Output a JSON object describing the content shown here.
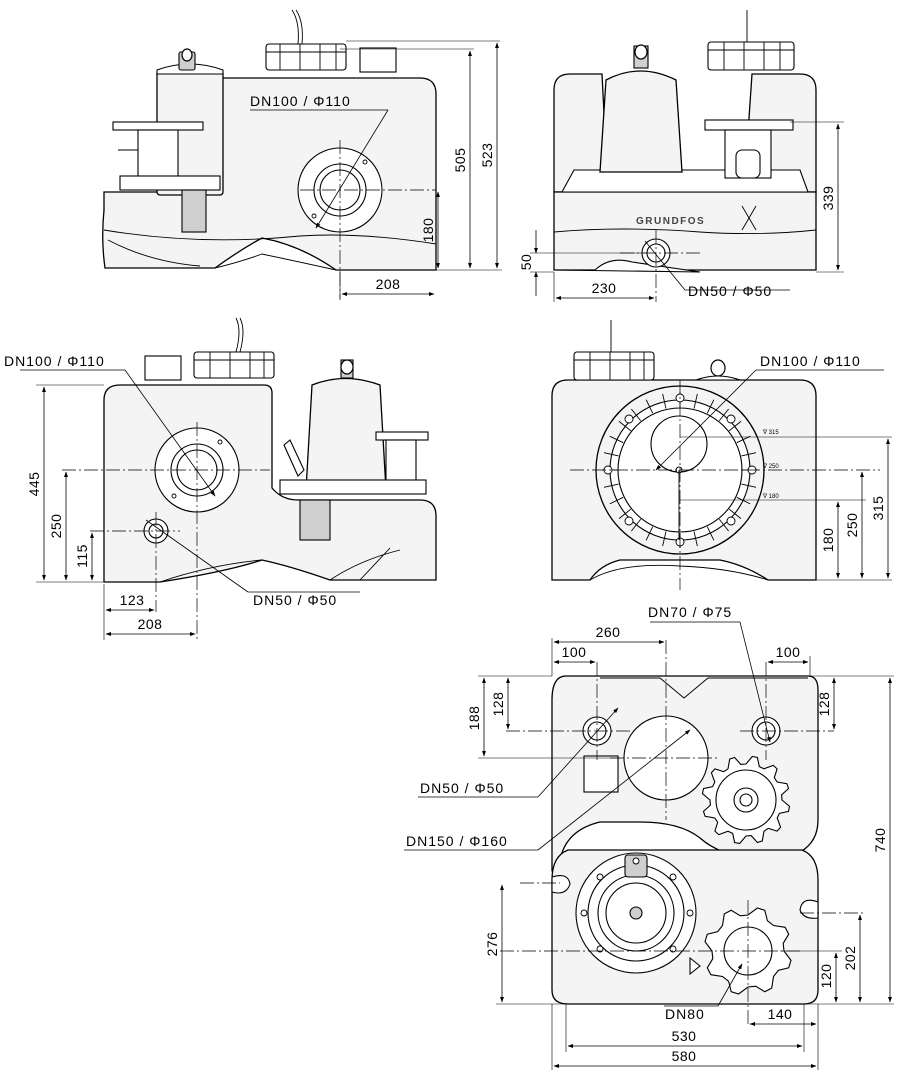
{
  "front_view": {
    "inlet_callout": "DN100 / Φ110",
    "dim_505": "505",
    "dim_523": "523",
    "dim_180": "180",
    "dim_208": "208"
  },
  "side_view_right": {
    "dim_339": "339",
    "dim_50": "50",
    "dim_230": "230",
    "outlet_callout": "DN50 / Φ50",
    "logo_text": "GRUNDFOS"
  },
  "rear_view": {
    "inlet_callout": "DN100 / Φ110",
    "dim_445": "445",
    "dim_250": "250",
    "dim_115": "115",
    "dim_123": "123",
    "dim_208": "208",
    "inlet2_callout": "DN50 / Φ50"
  },
  "side_view_left": {
    "inlet_callout": "DN100 / Φ110",
    "level_315": "∇ 315",
    "level_250": "∇ 250",
    "level_180": "∇ 180",
    "dim_315": "315",
    "dim_250": "250",
    "dim_180": "180"
  },
  "top_view": {
    "dim_260": "260",
    "dim_100_left": "100",
    "dim_100_right": "100",
    "vent_callout": "DN70 / Φ75",
    "dim_188": "188",
    "dim_128_left": "128",
    "dim_128_right": "128",
    "inlet_dn50_callout": "DN50 / Φ50",
    "inlet_dn150_callout": "DN150 / Φ160",
    "dim_740": "740",
    "dim_276": "276",
    "dim_202": "202",
    "dim_120": "120",
    "dim_140": "140",
    "outlet_callout": "DN80",
    "dim_530": "530",
    "dim_580": "580"
  },
  "colors": {
    "line": "#000000",
    "body_fill": "#f4f4f4",
    "dark_part": "#cfcfcf"
  }
}
